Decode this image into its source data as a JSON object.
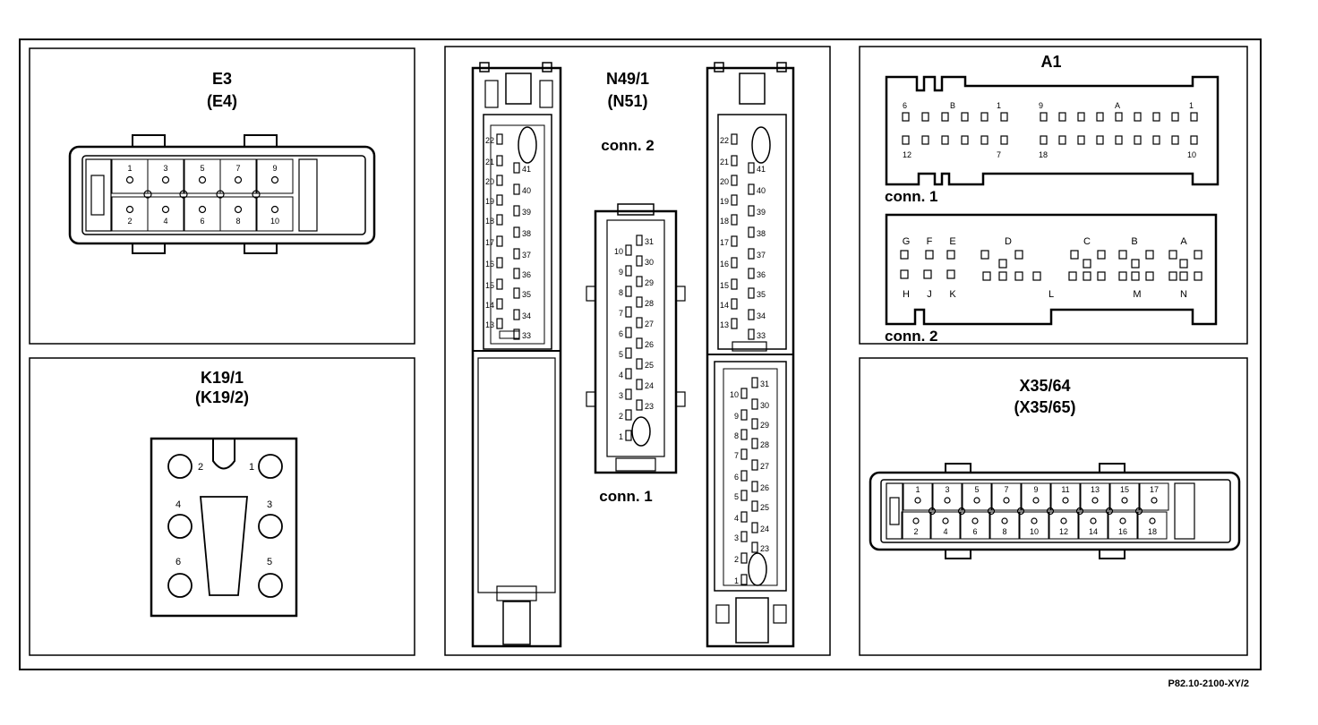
{
  "e3": {
    "title": "E3",
    "alt": "(E4)",
    "pins_top": [
      "1",
      "3",
      "5",
      "7",
      "9"
    ],
    "pins_bottom": [
      "2",
      "4",
      "6",
      "8",
      "10"
    ]
  },
  "k19": {
    "title": "K19/1",
    "alt": "(K19/2)",
    "pins": [
      "1",
      "2",
      "3",
      "4",
      "5",
      "6"
    ]
  },
  "n49": {
    "title": "N49/1",
    "alt": "(N51)",
    "conn2_label": "conn. 2",
    "conn1_label": "conn. 1",
    "conn2_left_pins": [
      "22",
      "21",
      "20",
      "19",
      "18",
      "17",
      "16",
      "15",
      "14",
      "13"
    ],
    "conn2_right_pins": [
      "41",
      "40",
      "39",
      "38",
      "37",
      "36",
      "35",
      "34",
      "33"
    ],
    "conn1_left_pins": [
      "10",
      "9",
      "8",
      "7",
      "6",
      "5",
      "4",
      "3",
      "2",
      "1"
    ],
    "conn1_right_pins": [
      "31",
      "30",
      "29",
      "28",
      "27",
      "26",
      "25",
      "24",
      "23"
    ]
  },
  "a1": {
    "title": "A1",
    "conn1_label": "conn. 1",
    "conn2_label": "conn. 2",
    "conn1_top_labels": [
      "6",
      "B",
      "1",
      "9",
      "A",
      "1"
    ],
    "conn1_bottom_labels": [
      "12",
      "7",
      "18",
      "10"
    ],
    "conn2_top_letters": [
      "G",
      "F",
      "E",
      "D",
      "C",
      "B",
      "A"
    ],
    "conn2_bottom_letters": [
      "H",
      "J",
      "K",
      "L",
      "M",
      "N"
    ]
  },
  "x35": {
    "title": "X35/64",
    "alt": "(X35/65)",
    "pins_top": [
      "1",
      "3",
      "5",
      "7",
      "9",
      "11",
      "13",
      "15",
      "17"
    ],
    "pins_bottom": [
      "2",
      "4",
      "6",
      "8",
      "10",
      "12",
      "14",
      "16",
      "18"
    ]
  },
  "reference": "P82.10-2100-XY/2"
}
